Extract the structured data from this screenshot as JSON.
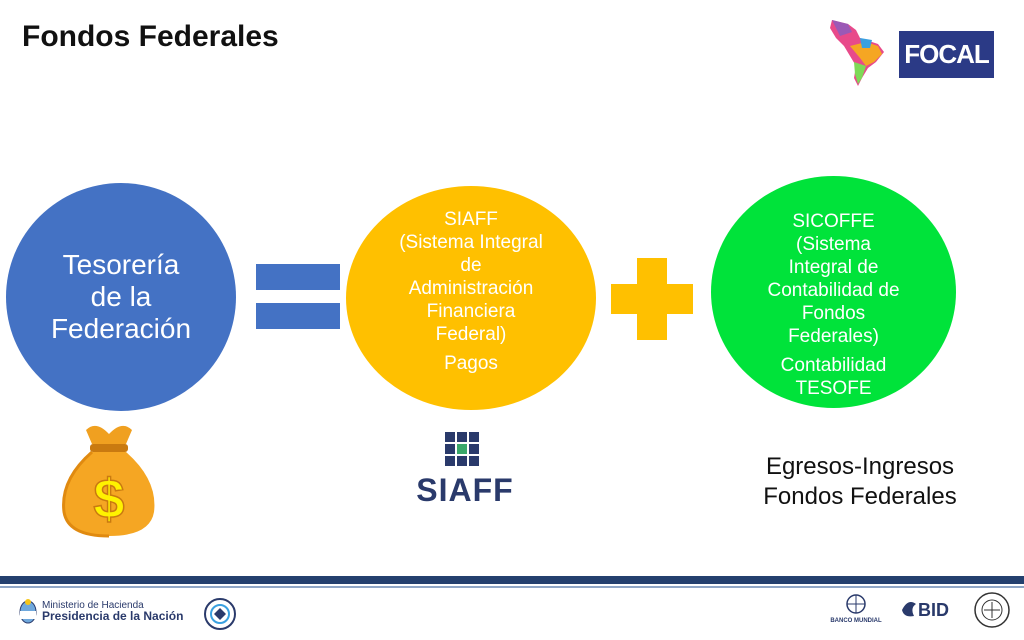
{
  "title": "Fondos Federales",
  "logos": {
    "focal": "FOCAL",
    "siaff": "SIAFF",
    "bid": "BID",
    "banco_mundial": "BANCO MUNDIAL"
  },
  "circles": {
    "tesoreria": {
      "lines": [
        "Tesorería",
        "de la",
        "Federación"
      ]
    },
    "siaff": {
      "lines": [
        "SIAFF",
        "(Sistema Integral",
        "de",
        "Administración",
        "Financiera",
        "Federal)"
      ],
      "sub": "Pagos"
    },
    "sicoffe": {
      "lines": [
        "SICOFFE",
        "(Sistema",
        "Integral de",
        "Contabilidad de",
        "Fondos",
        "Federales)"
      ],
      "sub_lines": [
        "Contabilidad",
        "TESOFE"
      ]
    }
  },
  "egresos": {
    "lines": [
      "Egresos-Ingresos",
      "Fondos Federales"
    ]
  },
  "footer": {
    "ministerio": "Ministerio de Hacienda",
    "presidencia": "Presidencia de la Nación"
  },
  "colors": {
    "blue": "#4472c4",
    "yellow": "#ffc000",
    "green": "#00e33a",
    "navy": "#2b3a86"
  }
}
